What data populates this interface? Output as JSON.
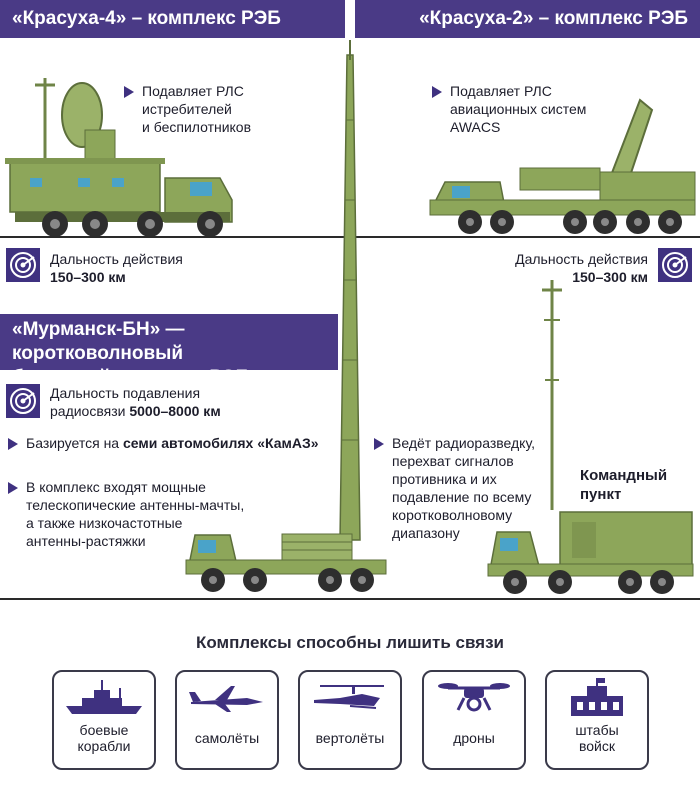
{
  "krasukha4": {
    "title": "«Красуха-4» – комплекс РЭБ",
    "desc": "Подавляет РЛС\nистребителей\nи беспилотников",
    "range_label": "Дальность действия",
    "range_value": "150–300 км"
  },
  "krasukha2": {
    "title": "«Красуха-2» – комплекс РЭБ",
    "desc": "Подавляет РЛС\nавиационных систем\nAWACS",
    "range_label": "Дальность действия",
    "range_value": "150–300 км"
  },
  "murmansk": {
    "title_line1": "«Мурманск-БН» — коротковолновый",
    "title_line2": "береговой комплекс РЭБ",
    "range_label_line1": "Дальность подавления",
    "range_label_line2": "радиосвязи ",
    "range_value": "5000–8000 км",
    "base_prefix": "Базируется на ",
    "base_bold": "семи автомобилях «КамАЗ»",
    "composition": "В комплекс входят мощные\nтелескопические антенны-мачты,\nа также низкочастотные\nантенны-растяжки",
    "function": "Ведёт радиоразведку,\nперехват сигналов\nпротивника и их\nподавление по всему\nкоротковолновому\nдиапазону",
    "command_post": "Командный\nпункт"
  },
  "capabilities": {
    "title": "Комплексы способны лишить связи",
    "items": [
      {
        "label": "боевые\nкорабли",
        "icon": "warship-icon"
      },
      {
        "label": "самолёты",
        "icon": "jet-icon"
      },
      {
        "label": "вертолёты",
        "icon": "helicopter-icon"
      },
      {
        "label": "дроны",
        "icon": "drone-icon"
      },
      {
        "label": "штабы\nвойск",
        "icon": "headquarters-icon"
      }
    ]
  },
  "colors": {
    "header": "#4a3a86",
    "accent": "#3f3180",
    "vehicle": "#8da65a"
  }
}
